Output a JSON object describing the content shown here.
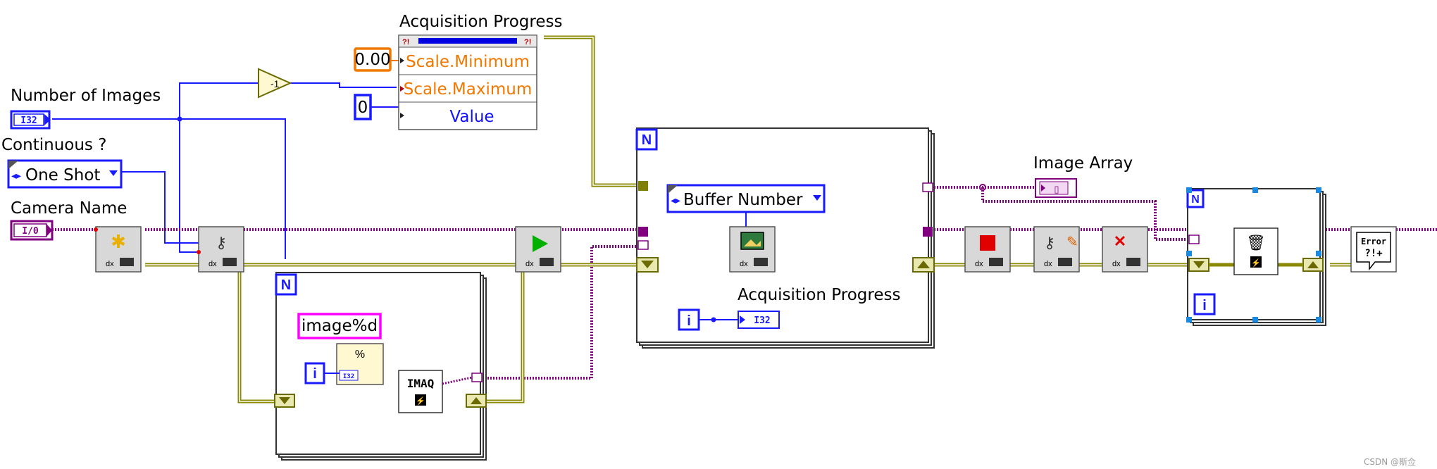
{
  "labels": {
    "number_of_images": "Number of Images",
    "continuous": "Continuous ?",
    "camera_name": "Camera Name",
    "acquisition_progress_top": "Acquisition  Progress",
    "acquisition_progress_inner": "Acquisition  Progress",
    "image_array": "Image Array"
  },
  "terminals": {
    "number_of_images": "I32",
    "camera_name": "I/0",
    "progress_indicator": "I32"
  },
  "controls": {
    "continuous_value": "One Shot",
    "buffer_number_value": "Buffer Number",
    "format_string": "image%d"
  },
  "constants": {
    "scale_min_const": "0.00",
    "scale_max_const": "0",
    "decrement": "-1"
  },
  "property_node": {
    "header_left": "?!",
    "header_right": "?!",
    "rows": [
      "Scale.Minimum",
      "Scale.Maximum",
      "Value"
    ]
  },
  "loops": {
    "count_symbol": "N",
    "iteration_symbol": "i"
  },
  "blocks": {
    "imaq": "IMAQ",
    "error_handler_line1": "Error",
    "error_handler_line2": "?!+"
  },
  "colors": {
    "int_wire": "#0000ff",
    "ref_wire": "#800080",
    "error_wire": "#808000",
    "string_wire": "#ff00ff",
    "numeric_orange": "#f07800"
  },
  "watermark": "CSDN @斯佥"
}
